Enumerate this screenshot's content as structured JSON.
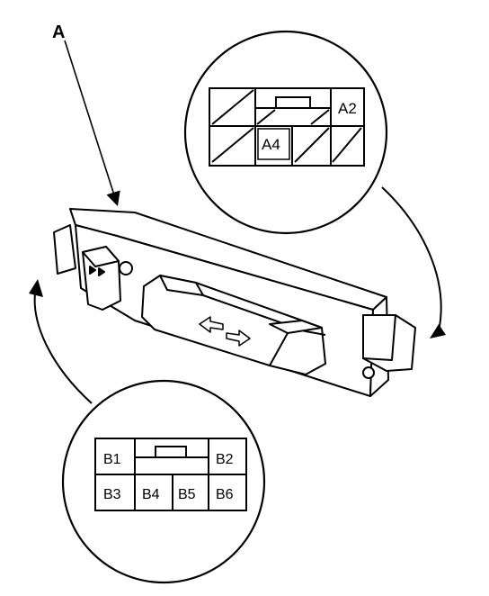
{
  "callout_label": "A",
  "connector_a": {
    "pins": [
      "A2",
      "A4"
    ]
  },
  "connector_b": {
    "pins": [
      "B1",
      "B2",
      "B3",
      "B4",
      "B5",
      "B6"
    ]
  },
  "colors": {
    "ink": "#000000",
    "paper": "#ffffff"
  }
}
